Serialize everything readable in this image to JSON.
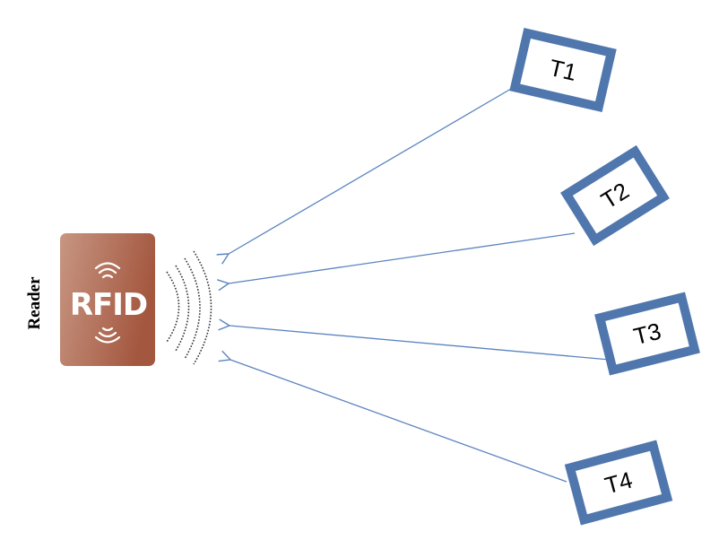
{
  "reader": {
    "label": "Reader",
    "device_text": "RFID"
  },
  "tags": [
    {
      "label": "T1"
    },
    {
      "label": "T2"
    },
    {
      "label": "T3"
    },
    {
      "label": "T4"
    }
  ],
  "colors": {
    "tag_border": "#4f77ad",
    "link_line": "#5b84c0",
    "reader_light": "#c58f78",
    "reader_dark": "#a55a44",
    "wave": "#333333"
  },
  "icons": {
    "reader": "rfid-reader-icon",
    "signal": "signal-waves-icon"
  }
}
